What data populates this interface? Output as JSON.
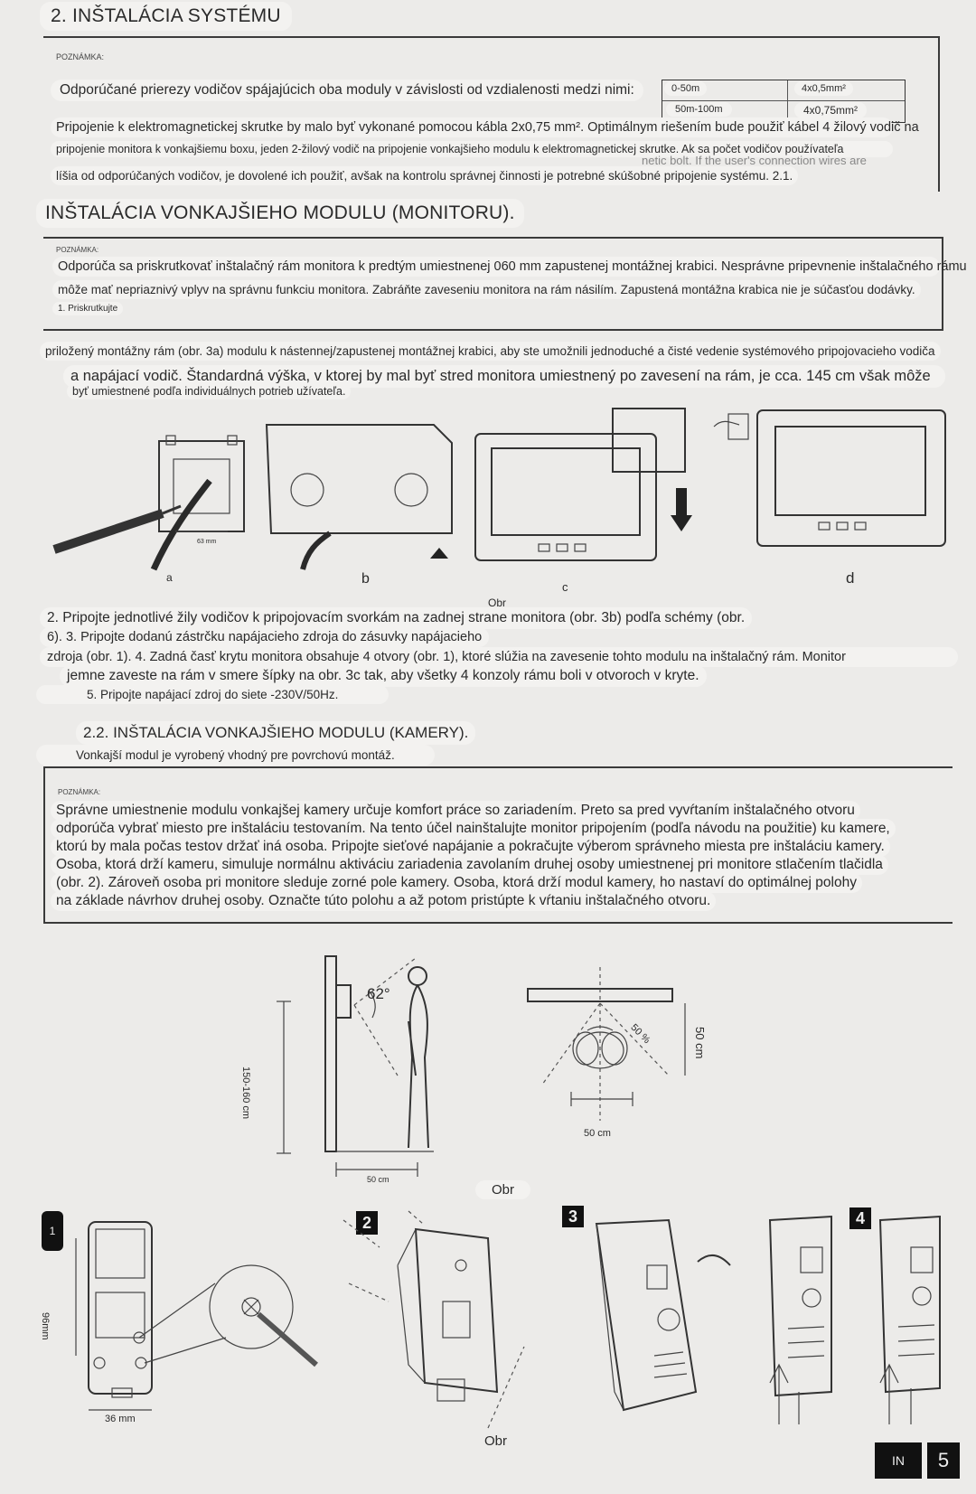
{
  "section1": {
    "heading": "2. INŠTALÁCIA SYSTÉMU",
    "note_label": "POZNÁMKA:",
    "intro": "Odporúčané prierezy vodičov spájajúcich oba moduly v závislosti od vzdialenosti medzi nimi:",
    "table": [
      {
        "distance": "0-50m",
        "wire": "4x0,5mm²"
      },
      {
        "distance": "50m-100m",
        "wire": "4x0,75mm²"
      }
    ],
    "line1": "Pripojenie k elektromagnetickej skrutke by malo byť vykonané pomocou kábla 2x0,75 mm². Optimálnym riešením bude použiť kábel 4 žilový vodič na",
    "line2": "pripojenie monitora k vonkajšiemu boxu, jeden 2-žilový vodič na pripojenie vonkajšieho modulu k elektromagnetickej skrutke. Ak sa počet vodičov používateľa",
    "line3": "líšia od odporúčaných vodičov, je dovolené ich použiť, avšak na kontrolu správnej činnosti je potrebné skúšobné pripojenie systému. 2.1.",
    "ghost": "netic bolt. If the user's connection wires are"
  },
  "section2": {
    "heading": "INŠTALÁCIA VONKAJŠIEHO MODULU (MONITORU).",
    "note_label": "POZNÁMKA:",
    "note1": "Odporúča sa priskrutkovať inštalačný rám monitora k predtým umiestnenej 060 mm zapustenej montážnej krabici. Nesprávne pripevnenie inštalačného rámu",
    "note2": "môže mať nepriaznivý vplyv na správnu funkciu monitora. Zabráňte zaveseniu monitora na rám násilím. Zapustená montážna krabica nie je súčasťou dodávky.",
    "step1": "1. Priskrutkujte",
    "para1": "priložený montážny rám (obr. 3a) modulu k nástennej/zapustenej montážnej krabici, aby ste umožnili jednoduché a čisté vedenie systémového pripojovacieho vodiča",
    "para2": "a napájací vodič. Štandardná výška, v ktorej by mal byť stred monitora umiestnený po zavesení na rám, je cca. 145 cm však môže",
    "para3": "byť umiestnené podľa individuálnych potrieb užívateľa.",
    "fig_labels": {
      "a": "a",
      "b": "b",
      "c": "c",
      "d": "d",
      "dim": "63 mm",
      "obr": "Obr"
    },
    "steps_text1": "2. Pripojte jednotlivé žily vodičov k pripojovacím svorkám na zadnej strane monitora (obr. 3b) podľa schémy (obr.",
    "steps_text2": "6). 3. Pripojte dodanú zástrčku napájacieho zdroja do zásuvky napájacieho",
    "steps_text3": "zdroja (obr. 1). 4. Zadná časť krytu monitora obsahuje 4 otvory (obr. 1), ktoré slúžia na zavesenie tohto modulu na inštalačný rám. Monitor",
    "steps_text4": "jemne zaveste na rám v smere šípky na obr. 3c tak, aby všetky 4 konzoly rámu boli v otvoroch v kryte.",
    "steps_text5": "5. Pripojte napájací zdroj do siete -230V/50Hz."
  },
  "section3": {
    "heading": "2.2. INŠTALÁCIA VONKAJŠIEHO MODULU (KAMERY).",
    "sub": "Vonkajší modul je vyrobený vhodný pre povrchovú montáž.",
    "note_label": "POZNÁMKA:",
    "n1": "Správne umiestnenie modulu vonkajšej kamery určuje komfort práce so zariadením. Preto sa pred vyvŕtaním inštalačného otvoru",
    "n2": "odporúča vybrať miesto pre inštaláciu testovaním. Na tento účel nainštalujte monitor pripojením (podľa návodu na použitie) ku kamere,",
    "n3": "ktorú by mala počas testov držať iná osoba. Pripojte sieťové napájanie a pokračujte výberom správneho miesta pre inštaláciu kamery.",
    "n4": "Osoba, ktorá drží kameru, simuluje normálnu aktiváciu zariadenia zavolaním druhej osoby umiestnenej pri monitore stlačením tlačidla",
    "n5": "(obr. 2). Zároveň osoba pri monitore sleduje zorné pole kamery. Osoba, ktorá drží modul kamery, ho nastaví do optimálnej polohy",
    "n6": "na základe návrhov druhej osoby. Označte túto polohu a až potom pristúpte k vŕtaniu inštalačného otvoru."
  },
  "diagram": {
    "angle": "62°",
    "height": "150-160 cm",
    "dist1": "50 cm",
    "pct": "50 %",
    "side": "50 cm",
    "bottom": "50 cm",
    "obr": "Obr"
  },
  "bottom": {
    "n1": "1",
    "n2": "2",
    "n3": "3",
    "n4": "4",
    "dim_v": "96mm",
    "dim_h": "36 mm",
    "obr": "Obr",
    "lang": "IN",
    "page": "5"
  }
}
